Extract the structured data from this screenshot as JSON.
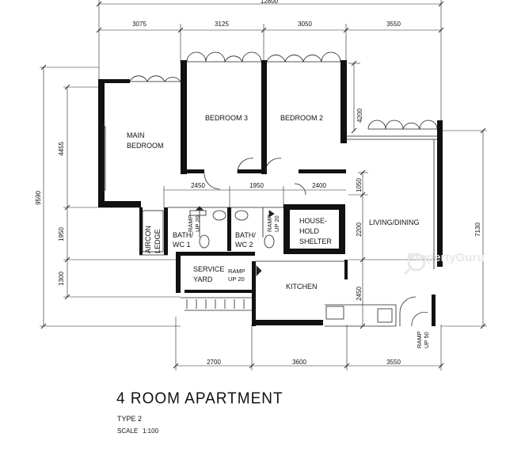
{
  "plan": {
    "title": "4 ROOM APARTMENT",
    "type": "TYPE 2",
    "scale_label": "SCALE",
    "scale_value": "1:100"
  },
  "dimensions": {
    "overall_width": "12800",
    "top": [
      "3075",
      "3125",
      "3050",
      "3550"
    ],
    "bottom": [
      "2700",
      "3600",
      "3550"
    ],
    "left_overall": "9590",
    "left": [
      "4455",
      "1950",
      "1300"
    ],
    "right_upper": "4200",
    "right_mid": [
      "1050",
      "2200",
      "2450"
    ],
    "right_overall": "7130",
    "internal": [
      "2450",
      "1950",
      "2400"
    ]
  },
  "rooms": {
    "main_bedroom": [
      "MAIN",
      "BEDROOM"
    ],
    "bedroom3": "BEDROOM 3",
    "bedroom2": "BEDROOM 2",
    "aircon_ledge": [
      "AIRCON",
      "LEDGE"
    ],
    "bath1": [
      "BATH/",
      "WC 1"
    ],
    "bath2": [
      "BATH/",
      "WC 2"
    ],
    "household_shelter": [
      "HOUSE-",
      "HOLD",
      "SHELTER"
    ],
    "living_dining": "LIVING/DINING",
    "service_yard": [
      "SERVICE",
      "YARD"
    ],
    "kitchen": "KITCHEN"
  },
  "ramps": {
    "ramp_up_20_a": [
      "RAMP",
      "UP 20"
    ],
    "ramp_up_20_b": [
      "RAMP",
      "UP 20"
    ],
    "ramp_up_20_c": [
      "RAMP",
      "UP 20"
    ],
    "ramp_up_50": [
      "RAMP",
      "UP 50"
    ]
  },
  "watermark": "PropertyGuru"
}
